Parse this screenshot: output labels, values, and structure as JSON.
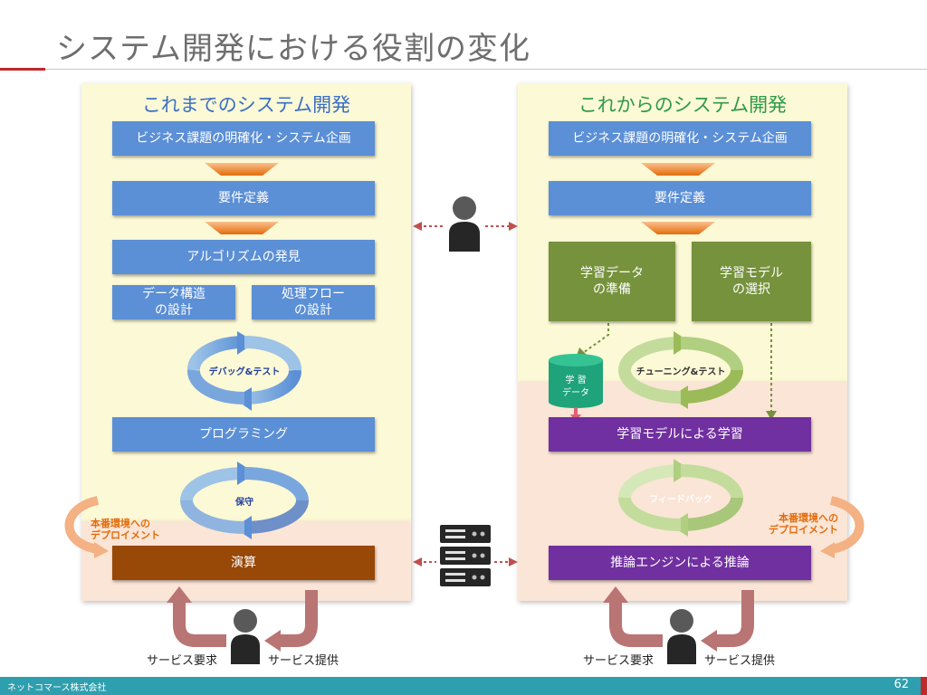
{
  "title": "システム開発における役割の変化",
  "left": {
    "heading": "これまでのシステム開発",
    "step1": "ビジネス課題の明確化・システム企画",
    "step2": "要件定義",
    "step3": "アルゴリズムの発見",
    "step4a": "データ構造\nの設計",
    "step4b": "処理フロー\nの設計",
    "cycle1": "デバッグ&テスト",
    "step5": "プログラミング",
    "cycle2": "保守",
    "deploy": "本番環境への\nデプロイメント",
    "run": "演算",
    "service_request": "サービス要求",
    "service_provide": "サービス提供"
  },
  "right": {
    "heading": "これからのシステム開発",
    "step1": "ビジネス課題の明確化・システム企画",
    "step2": "要件定義",
    "step3a": "学習データ\nの準備",
    "step3b": "学習モデル\nの選択",
    "db_label": "学 習\nデータ",
    "cycle1": "チューニング&テスト",
    "step4": "学習モデルによる学習",
    "cycle2": "フィードバック",
    "deploy": "本番環境への\nデプロイメント",
    "run": "推論エンジンによる推論",
    "service_request": "サービス要求",
    "service_provide": "サービス提供"
  },
  "footer": {
    "company": "ネットコマース株式会社",
    "page": "62"
  },
  "colors": {
    "left_heading": "#3a6fc4",
    "right_heading": "#2e9a48",
    "step_blue": "#5b8fd6",
    "step_green": "#76923c",
    "step_purple": "#7030a0",
    "step_brown": "#984807",
    "down_arrow": "#f79646",
    "deploy_text": "#e46c0a",
    "service_arrow": "#b97474",
    "footer_bar": "#2e9fae"
  }
}
